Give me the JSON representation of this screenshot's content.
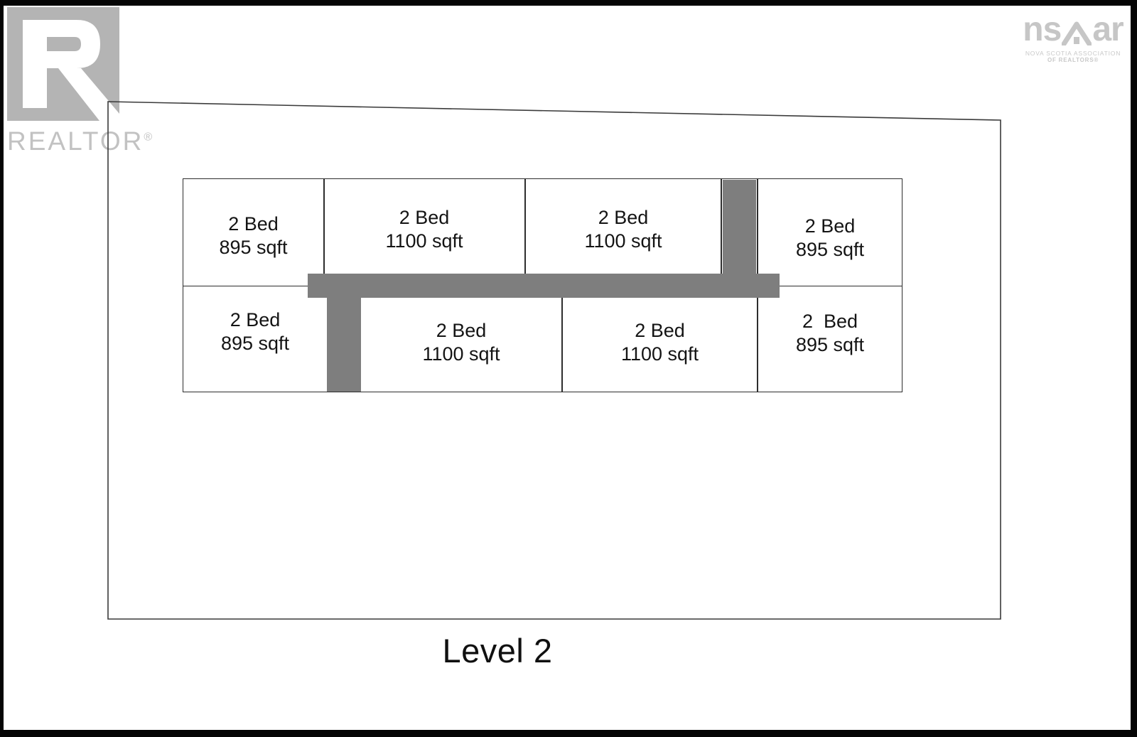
{
  "branding": {
    "realtor": {
      "monogram": "R",
      "wordmark": "REALTOR",
      "registered": "®"
    },
    "nsar": {
      "mark_left": "ns",
      "mark_right": "ar",
      "tagline_line1": "NOVA SCOTIA ASSOCIATION",
      "tagline_line2": "OF REALTORS®"
    }
  },
  "floorplan": {
    "level_label": "Level 2",
    "units": [
      {
        "position": "top-left",
        "line1": "2 Bed",
        "line2": "895 sqft"
      },
      {
        "position": "top-middle-left",
        "line1": "2 Bed",
        "line2": "1100 sqft"
      },
      {
        "position": "top-middle-right",
        "line1": "2 Bed",
        "line2": "1100 sqft"
      },
      {
        "position": "top-right",
        "line1": "2 Bed",
        "line2": "895 sqft"
      },
      {
        "position": "bottom-left",
        "line1": "2 Bed",
        "line2": "895 sqft"
      },
      {
        "position": "bottom-middle-left",
        "line1": "2 Bed",
        "line2": "1100 sqft"
      },
      {
        "position": "bottom-middle-right",
        "line1": "2 Bed",
        "line2": "1100 sqft"
      },
      {
        "position": "bottom-right",
        "line1": "2  Bed",
        "line2": "895 sqft"
      }
    ]
  },
  "colors": {
    "corridor_gray": "#7e7e7e",
    "logo_block_gray": "#b4b4b4",
    "wordmark_gray": "#c2c2c2",
    "plan_line_black": "#2d2d2d",
    "frame_black": "#050505"
  }
}
